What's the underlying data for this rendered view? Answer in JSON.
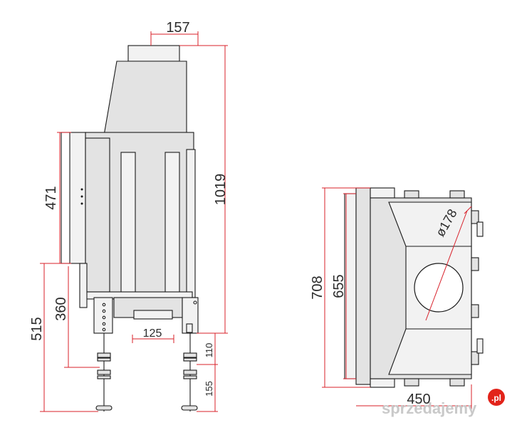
{
  "side_view": {
    "dim_top_width": "157",
    "dim_total_height": "1019",
    "dim_door_height": "471",
    "dim_leg_total": "515",
    "dim_leg_base": "360",
    "dim_base_width": "125",
    "dim_leg_upper": "110",
    "dim_leg_lower": "155"
  },
  "top_view": {
    "dim_outer_depth": "708",
    "dim_inner_depth": "655",
    "dim_width": "450",
    "dim_diameter": "ø178"
  },
  "watermark": {
    "text": "sprzedajemy",
    "badge": ".pl"
  },
  "colors": {
    "dimension_red": "#d8202a",
    "body_gray": "#e3e3e3",
    "outline": "#1a1a1a",
    "badge_red": "#e2231a"
  }
}
